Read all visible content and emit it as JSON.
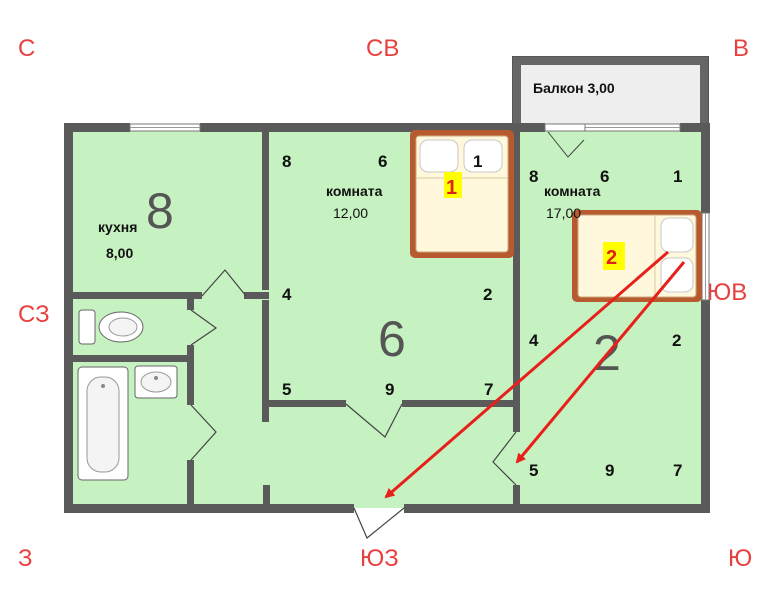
{
  "compass": {
    "n": "С",
    "ne": "СВ",
    "e": "В",
    "nw": "СЗ",
    "se": "ЮВ",
    "w": "З",
    "sw": "ЮЗ",
    "s": "Ю"
  },
  "balcony": {
    "label": "Балкон 3,00"
  },
  "kitchen": {
    "name": "кухня",
    "area": "8,00",
    "big": "8"
  },
  "room1": {
    "name": "комната",
    "area": "12,00",
    "big": "6",
    "bed": "1",
    "marks": {
      "m8": "8",
      "m6": "6",
      "m1": "1",
      "m4": "4",
      "m2": "2",
      "m5": "5",
      "m9": "9",
      "m7": "7"
    }
  },
  "room2": {
    "name": "комната",
    "area": "17,00",
    "big": "2",
    "bed": "2",
    "marks": {
      "m8": "8",
      "m6": "6",
      "m1": "1",
      "m4": "4",
      "m2": "2",
      "m5": "5",
      "m9": "9",
      "m7": "7"
    }
  },
  "colors": {
    "room": "#c5f2c0",
    "wall": "#555555",
    "arrow": "#e8201c",
    "compass": "#e8403f",
    "bedlabel_bg": "#ffff00"
  },
  "icons": [
    "toilet-icon",
    "bathtub-icon",
    "sink-icon",
    "bed-icon",
    "door-icon",
    "window-icon",
    "arrow-icon"
  ]
}
